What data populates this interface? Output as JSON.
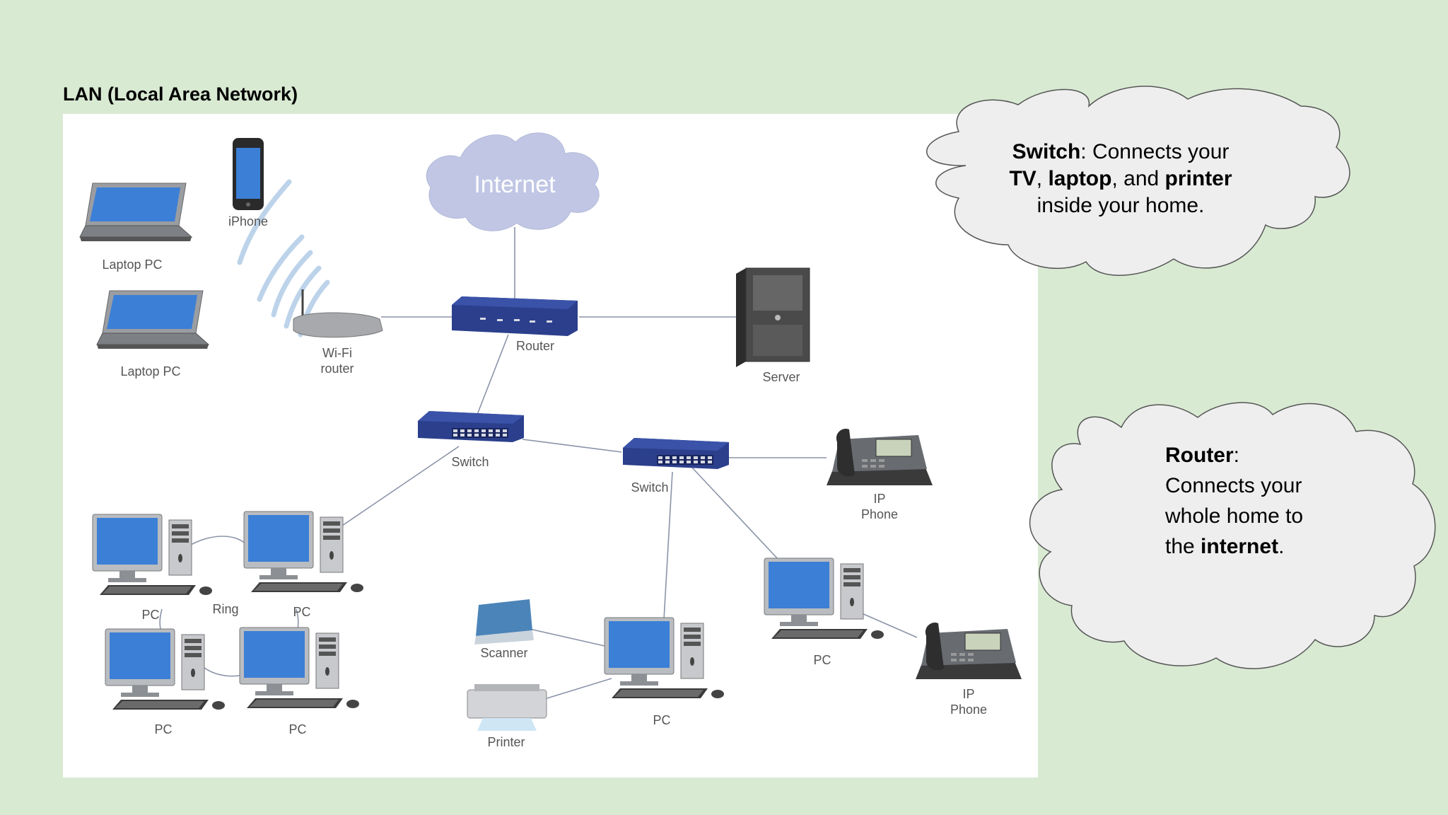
{
  "title": "LAN (Local Area Network)",
  "diagram": {
    "nodes": {
      "internet": "Internet",
      "iphone": "iPhone",
      "laptop1": "Laptop PC",
      "laptop2": "Laptop PC",
      "wifi_line1": "Wi-Fi",
      "wifi_line2": "router",
      "router": "Router",
      "server": "Server",
      "switch1": "Switch",
      "switch2": "Switch",
      "ip_phone1_line1": "IP",
      "ip_phone1_line2": "Phone",
      "ip_phone2_line1": "IP",
      "ip_phone2_line2": "Phone",
      "ring": "Ring",
      "pc_ring1": "PC",
      "pc_ring2": "PC",
      "pc_ring3": "PC",
      "pc_ring4": "PC",
      "scanner": "Scanner",
      "printer": "Printer",
      "pc_center": "PC",
      "pc_right": "PC"
    }
  },
  "callouts": {
    "switch": {
      "term": "Switch",
      "text1": ": Connects your",
      "b1": "TV",
      "sep1": ", ",
      "b2": "laptop",
      "sep2": ", and ",
      "b3": "printer",
      "text2": "inside your home."
    },
    "router": {
      "term": "Router",
      "colon": ":",
      "line2": "Connects your",
      "line3": "whole home to",
      "pre4": "the ",
      "b4": "internet",
      "post4": "."
    }
  },
  "colors": {
    "background": "#d9ead3",
    "device_blue": "#2b3f8c",
    "screen_blue": "#3c7fd6",
    "cloud_fill": "#eeeeee",
    "link_line": "#8a93a8"
  }
}
